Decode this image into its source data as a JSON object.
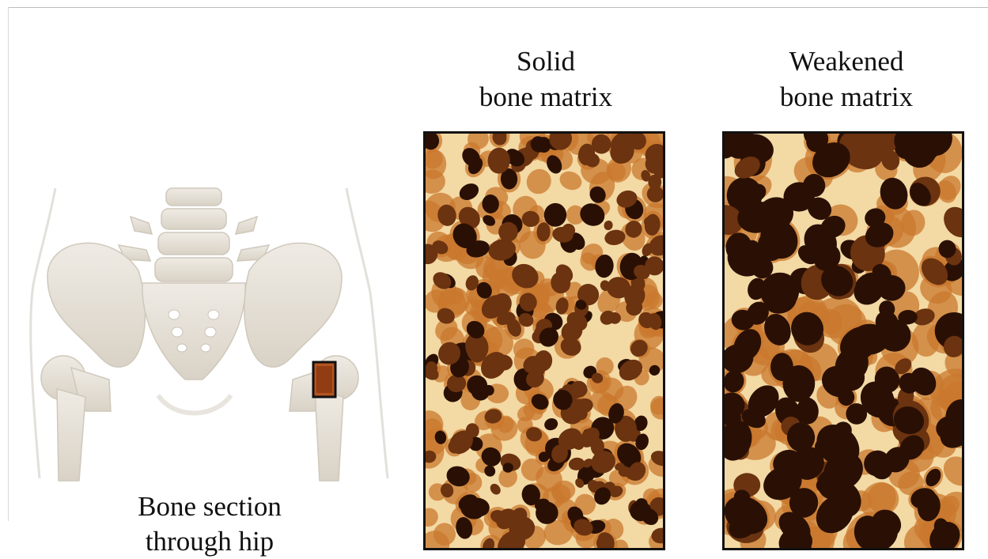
{
  "titles": {
    "solid": "Solid\nbone matrix",
    "weakened": "Weakened\nbone matrix"
  },
  "caption": "Bone section\nthrough hip",
  "colors": {
    "bone_light": "#f7e6c2",
    "bone_mid": "#d48a3a",
    "bone_dark": "#3b1a06",
    "skeleton": "#e6e1d8",
    "highlight_box": "#111111"
  }
}
